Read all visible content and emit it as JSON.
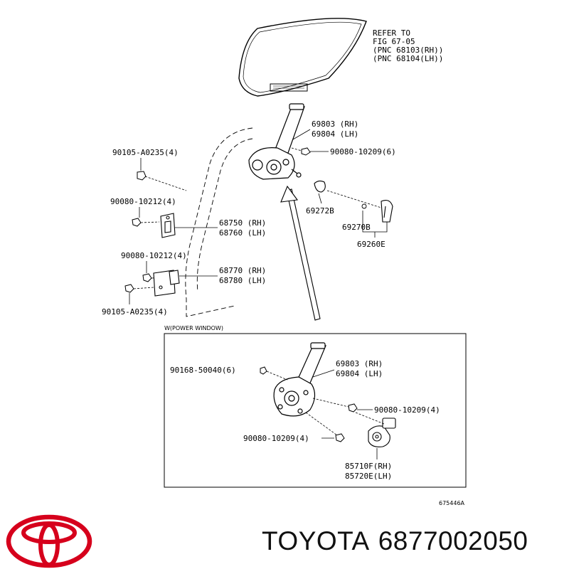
{
  "diagram": {
    "refer_note": [
      "REFER TO",
      "FIG 67-05",
      "(PNC 68103(RH))",
      "(PNC 68104(LH))"
    ],
    "upper_parts": {
      "regulator": [
        "69803 (RH)",
        "69804 (LH)"
      ],
      "bolt_6": "90080-10209(6)",
      "bolt_top_left": "90105-A0235(4)",
      "bolt_mid_left": "90080-10212(4)",
      "hinge_upper": [
        "68750 (RH)",
        "68760 (LH)"
      ],
      "bolt_lower_left": "90080-10212(4)",
      "hinge_lower": [
        "68770 (RH)",
        "68780 (LH)"
      ],
      "bolt_bottom_left": "90105-A0235(4)",
      "clip": "69272B",
      "handle_sub": "69270B",
      "handle": "69260E"
    },
    "power_window": {
      "title": "W(POWER WINDOW)",
      "regulator": [
        "69803 (RH)",
        "69804 (LH)"
      ],
      "screw": "90168-50040(6)",
      "bolt_right": "90080-10209(4)",
      "bolt_left": "90080-10209(4)",
      "motor": [
        "85710F(RH)",
        "85720E(LH)"
      ]
    },
    "figure_id": "675446A"
  },
  "footer": {
    "brand": "TOYOTA",
    "part_number": "6877002050",
    "logo": "toyota-logo"
  }
}
